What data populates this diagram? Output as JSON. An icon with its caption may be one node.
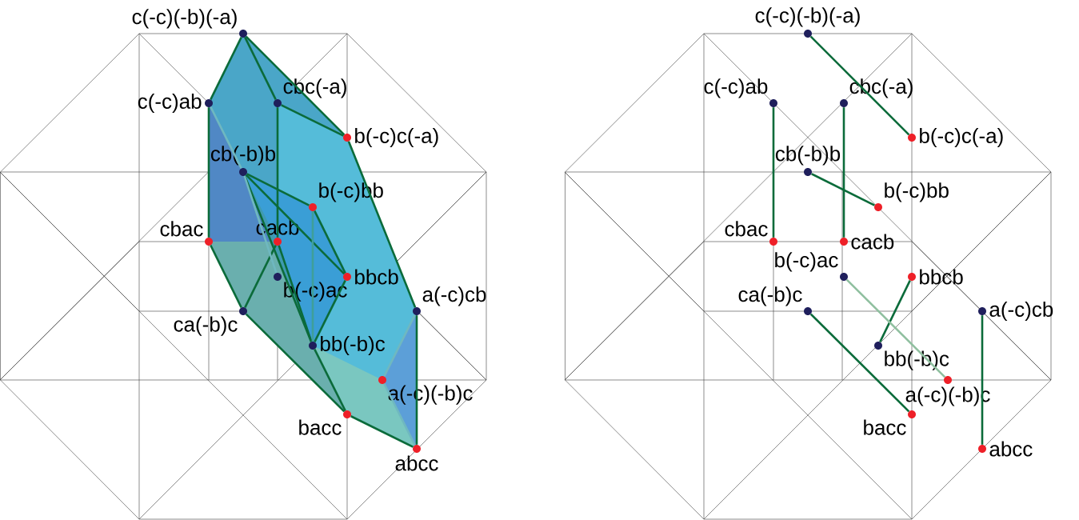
{
  "diagram": {
    "nodes": [
      {
        "text": [
          "c(-c)(-b)(-a)"
        ]
      },
      {
        "text": [
          "c(-c)ab"
        ]
      },
      {
        "text": [
          "cbc(-a)"
        ]
      },
      {
        "text": [
          "b(-c)c(-a)"
        ]
      },
      {
        "text": [
          "cb(-b)b"
        ]
      },
      {
        "text": [
          "b(-c)bb"
        ]
      },
      {
        "text": [
          "cbac"
        ]
      },
      {
        "text": [
          "cacb"
        ]
      },
      {
        "text": [
          "bbcb"
        ]
      },
      {
        "text": [
          "b(-c)ac"
        ]
      },
      {
        "text": [
          "a(-c)cb"
        ]
      },
      {
        "text": [
          "ca(-b)c"
        ]
      },
      {
        "text": [
          "bb(-b)c"
        ]
      },
      {
        "text": [
          "a(-c)(-b)c"
        ]
      },
      {
        "text": [
          "bacc"
        ]
      },
      {
        "text": [
          "abcc"
        ]
      },
      {
        "text": [
          "c(-c)(-b)(-a)"
        ]
      },
      {
        "text": [
          "c(-c)ab"
        ]
      },
      {
        "text": [
          "cbc(-a)"
        ]
      },
      {
        "text": [
          "b(-c)c(-a)"
        ]
      },
      {
        "text": [
          "cb(-b)b"
        ]
      },
      {
        "text": [
          "b(-c)bb"
        ]
      },
      {
        "text": [
          "cbac"
        ]
      },
      {
        "text": [
          "cacb"
        ]
      },
      {
        "text": [
          "bbcb"
        ]
      },
      {
        "text": [
          "b(-c)ac"
        ]
      },
      {
        "text": [
          "a(-c)cb"
        ]
      },
      {
        "text": [
          "ca(-b)c"
        ]
      },
      {
        "text": [
          "bb(-b)c"
        ]
      },
      {
        "text": [
          "a(-c)(-b)c"
        ]
      },
      {
        "text": [
          "bacc"
        ]
      },
      {
        "text": [
          "abcc"
        ]
      }
    ],
    "edges": [
      {
        "from": 0,
        "to": 1,
        "arrow": "none"
      },
      {
        "from": 0,
        "to": 2,
        "arrow": "none"
      },
      {
        "from": 0,
        "to": 3,
        "arrow": "none"
      },
      {
        "from": 2,
        "to": 3,
        "arrow": "none"
      },
      {
        "from": 1,
        "to": 6,
        "arrow": "none"
      },
      {
        "from": 2,
        "to": 7,
        "arrow": "none"
      },
      {
        "from": 3,
        "to": 10,
        "arrow": "none"
      },
      {
        "from": 10,
        "to": 15,
        "arrow": "none"
      },
      {
        "from": 15,
        "to": 14,
        "arrow": "none"
      },
      {
        "from": 14,
        "to": 11,
        "arrow": "none"
      },
      {
        "from": 11,
        "to": 6,
        "arrow": "none"
      },
      {
        "from": 4,
        "to": 5,
        "arrow": "none"
      },
      {
        "from": 4,
        "to": 8,
        "arrow": "none"
      },
      {
        "from": 5,
        "to": 8,
        "arrow": "none"
      },
      {
        "from": 4,
        "to": 12,
        "arrow": "none"
      },
      {
        "from": 8,
        "to": 12,
        "arrow": "none"
      },
      {
        "from": 11,
        "to": 7,
        "arrow": "none"
      },
      {
        "from": 7,
        "to": 12,
        "arrow": "none"
      },
      {
        "from": 12,
        "to": 14,
        "arrow": "none"
      },
      {
        "from": 5,
        "to": 12,
        "arrow": "none",
        "color": "#3f9f9a"
      },
      {
        "from": 1,
        "to": 4,
        "arrow": "none",
        "color": "#6fb8c0"
      },
      {
        "from": 4,
        "to": 9,
        "arrow": "none",
        "color": "#6fb8c0"
      },
      {
        "from": 13,
        "to": 10,
        "arrow": "none",
        "color": "#6fb8c0"
      },
      {
        "from": 13,
        "to": 15,
        "arrow": "none",
        "color": "#6fb8c0"
      },
      {
        "from": 16,
        "to": 19,
        "arrow": "none"
      },
      {
        "from": 17,
        "to": 22,
        "arrow": "none"
      },
      {
        "from": 18,
        "to": 23,
        "arrow": "none"
      },
      {
        "from": 20,
        "to": 21,
        "arrow": "none"
      },
      {
        "from": 24,
        "to": 28,
        "arrow": "none"
      },
      {
        "from": 25,
        "to": 29,
        "arrow": "none",
        "color": "#8fbf9f"
      },
      {
        "from": 27,
        "to": 30,
        "arrow": "none"
      },
      {
        "from": 26,
        "to": 31,
        "arrow": "none"
      }
    ]
  }
}
